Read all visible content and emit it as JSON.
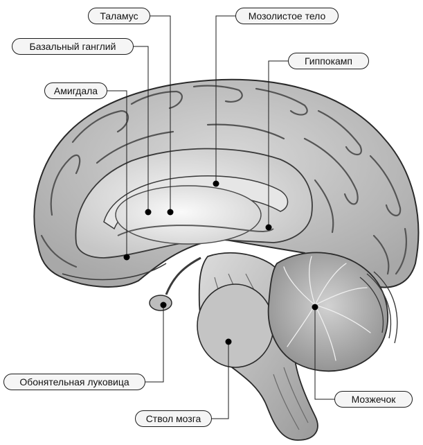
{
  "labels": {
    "thalamus": "Таламус",
    "corpus_callosum": "Мозолистое тело",
    "basal_ganglia": "Базальный ганглий",
    "hippocampus": "Гиппокамп",
    "amygdala": "Амигдала",
    "olfactory_bulb": "Обонятельная луковица",
    "cerebellum": "Мозжечок",
    "brainstem": "Ствол мозга"
  }
}
